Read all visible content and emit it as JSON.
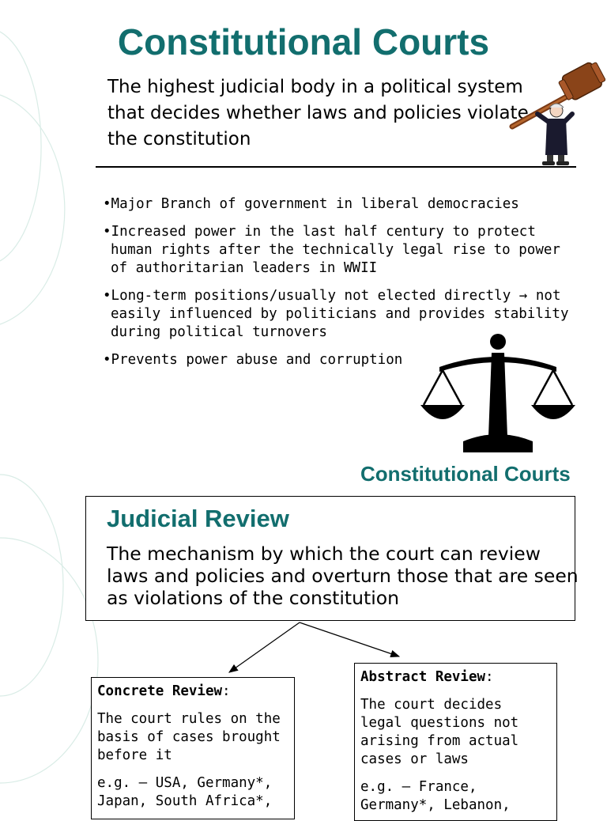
{
  "header": {
    "title": "Constitutional Courts",
    "definition": "The highest judicial body in a political system that decides whether laws and policies violate the constitution"
  },
  "bullets": [
    "•Major Branch of government in liberal democracies",
    "•Increased power in the last half century to protect human rights after the technically legal rise to power of authoritarian leaders in WWII",
    "•Long-term positions/usually not elected directly → not easily influenced by politicians and provides stability during political turnovers",
    "•Prevents power abuse and corruption"
  ],
  "section": {
    "subtitle": "Constitutional Courts"
  },
  "judicial_review": {
    "title": "Judicial Review",
    "text": "The mechanism by which the court can review laws and policies and overturn those that are seen as violations of the constitution"
  },
  "concrete_review": {
    "title": "Concrete Review",
    "colon": ":",
    "description": "The court rules on the basis of cases brought before it",
    "examples": "e.g. – USA, Germany*, Japan, South Africa*,"
  },
  "abstract_review": {
    "title": "Abstract Review",
    "colon": ":",
    "description": "The court decides legal questions not arising from actual cases or laws",
    "examples": "e.g. – France, Germany*, Lebanon,"
  },
  "icons": {
    "gavel": "gavel-judge-icon",
    "scales": "scales-of-justice-icon"
  },
  "colors": {
    "accent": "#126e6e",
    "text": "#000000",
    "background": "#ffffff"
  }
}
